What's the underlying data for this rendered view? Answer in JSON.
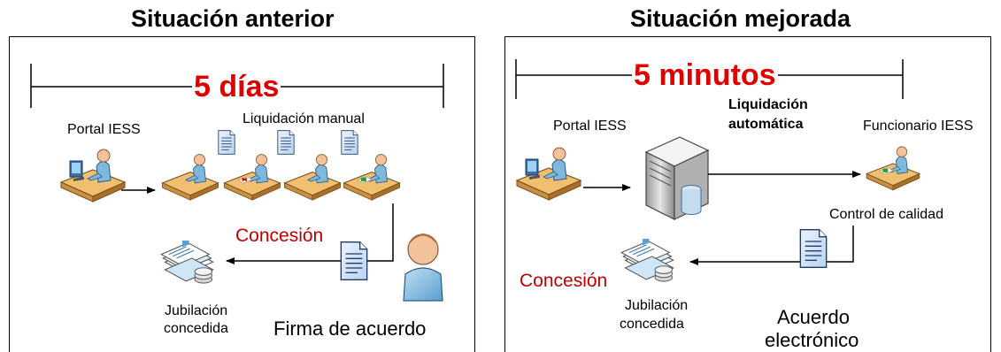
{
  "left": {
    "title": "Situación anterior",
    "duration": "5 días",
    "portal_label": "Portal IESS",
    "process_label": "Liquidación manual",
    "concession_label": "Concesión",
    "result_label_1": "Jubilación",
    "result_label_2": "concedida",
    "signature_label": "Firma de acuerdo"
  },
  "right": {
    "title": "Situación mejorada",
    "duration": "5 minutos",
    "portal_label": "Portal IESS",
    "process_label_1": "Liquidación",
    "process_label_2": "automática",
    "officer_label": "Funcionario IESS",
    "quality_label": "Control de calidad",
    "concession_label": "Concesión",
    "result_label_1": "Jubilación",
    "result_label_2": "concedida",
    "agreement_label_1": "Acuerdo",
    "agreement_label_2": "electrónico"
  },
  "icons": [
    "desk-worker-icon",
    "document-icon",
    "server-icon",
    "person-icon",
    "pension-documents-icon"
  ],
  "colors": {
    "highlight_red": "#e00000",
    "concession_red": "#c00000"
  }
}
